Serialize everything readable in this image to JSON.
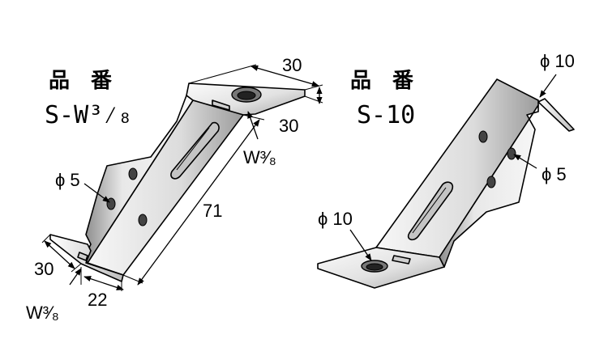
{
  "left": {
    "title": "品　番",
    "part_no": "S-W³⁄₈",
    "dims": {
      "top_len": "30",
      "top_wid": "30",
      "length": "71",
      "bottom_len": "30",
      "bottom_wid": "22"
    },
    "labels": {
      "hole_top": "W³⁄₈",
      "hole_side": "ϕ 5",
      "hole_bottom": "W³⁄₈"
    }
  },
  "right": {
    "title": "品　番",
    "part_no": "S-10",
    "labels": {
      "hole_top": "ϕ 10",
      "hole_side": "ϕ 5",
      "hole_bottom": "ϕ 10"
    }
  },
  "colors": {
    "metal_light": "#f4f4f4",
    "metal_mid": "#d2d2d2",
    "metal_dark": "#9a9a9a",
    "line": "#000000"
  }
}
